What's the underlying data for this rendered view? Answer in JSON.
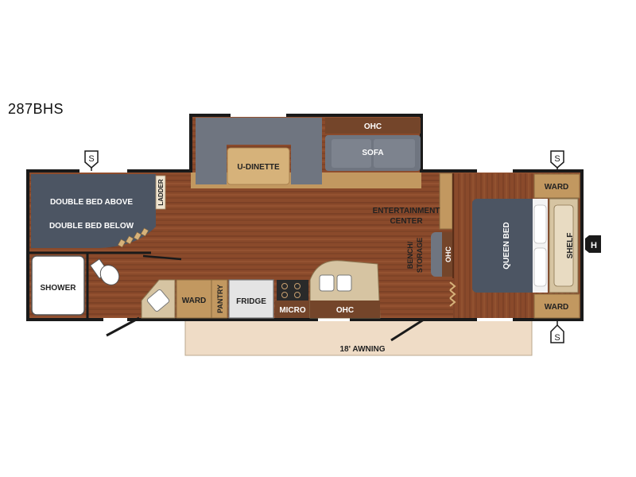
{
  "model": "287BHS",
  "labels": {
    "ohc_slide": "OHC",
    "sofa": "SOFA",
    "u_dinette": "U-DINETTE",
    "double_bed_above": "DOUBLE BED ABOVE",
    "double_bed_below": "DOUBLE BED BELOW",
    "ladder": "LADDER",
    "entertainment_center_1": "ENTERTAINMENT",
    "entertainment_center_2": "CENTER",
    "bench_storage_1": "BENCH/",
    "bench_storage_2": "STORAGE",
    "ohc_bench": "OHC",
    "queen_bed": "QUEEN BED",
    "shelf": "SHELF",
    "ward_front_top": "WARD",
    "ward_front_bottom": "WARD",
    "shower": "SHOWER",
    "ward_rear": "WARD",
    "pantry": "PANTRY",
    "fridge": "FRIDGE",
    "micro": "MICRO",
    "ohc_kitchen": "OHC",
    "awning": "18' AWNING",
    "stabilizer": "S",
    "hitch": "H"
  },
  "colors": {
    "floor": "#8a4a2b",
    "floor_stripe": "#6e3820",
    "cabinet": "#c29860",
    "counter": "#d6c4a2",
    "sofa": "#6f7580",
    "bed": "#4c5563",
    "wall": "#1a1a1a",
    "awning": "#efdcc6",
    "ohc_bar": "#74452a"
  }
}
